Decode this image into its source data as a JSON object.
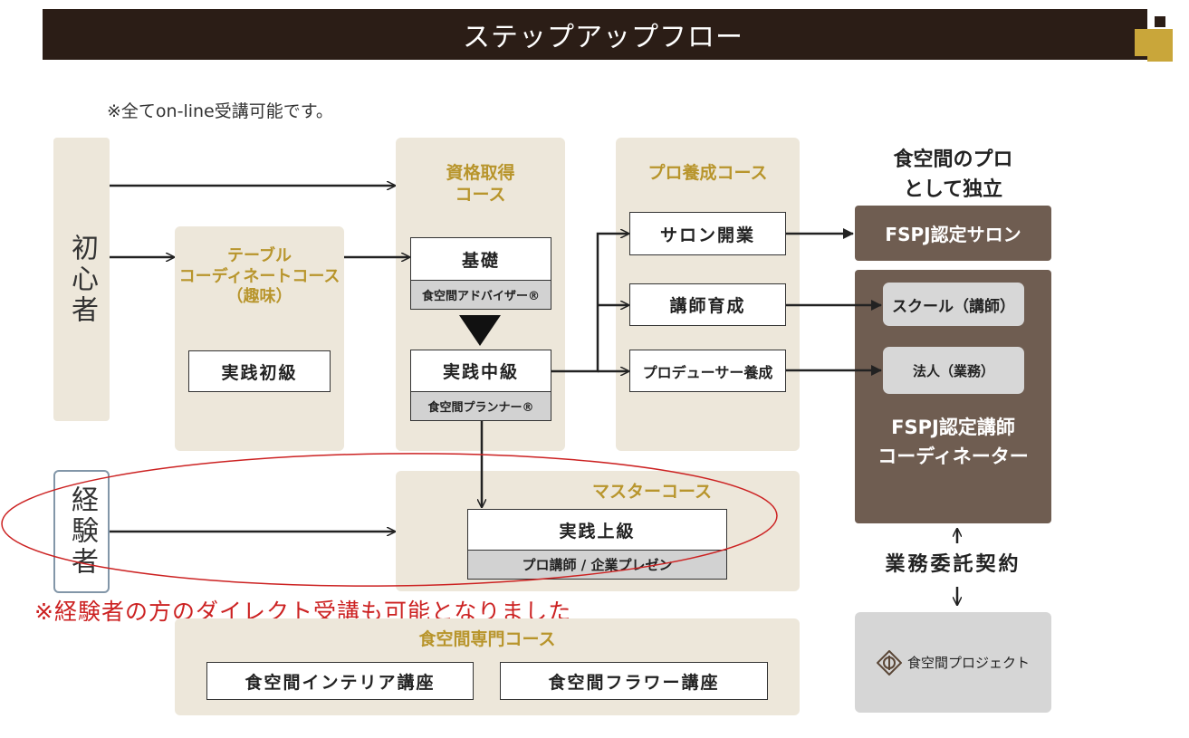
{
  "header": {
    "title": "ステップアップフロー"
  },
  "note": "※全てon-line受講可能です。",
  "left": {
    "beginner": "初心者",
    "experienced": "経験者"
  },
  "table_course": {
    "title_line1": "テーブル",
    "title_line2": "コーディネートコース",
    "title_line3": "（趣味）",
    "item": "実践初級"
  },
  "qualification_course": {
    "title_line1": "資格取得",
    "title_line2": "コース",
    "basic": "基礎",
    "basic_sub": "食空間アドバイザー®",
    "intermediate": "実践中級",
    "intermediate_sub": "食空間プランナー®"
  },
  "pro_course": {
    "title": "プロ養成コース",
    "items": [
      "サロン開業",
      "講師育成",
      "プロデューサー養成"
    ]
  },
  "master_course": {
    "title": "マスターコース",
    "item": "実践上級",
    "item_sub": "プロ講師 / 企業プレゼン"
  },
  "experienced_note": "※経験者の方のダイレクト受講も可能となりました",
  "specialty_course": {
    "title": "食空間専門コース",
    "items": [
      "食空間インテリア講座",
      "食空間フラワー講座"
    ]
  },
  "independence": {
    "heading_line1": "食空間のプロ",
    "heading_line2": "として独立",
    "salon": "FSPJ認定サロン",
    "school": "スクール（講師）",
    "corporate": "法人（業務）",
    "lecturer_line1": "FSPJ認定講師",
    "lecturer_line2": "コーディネーター",
    "contract": "業務委託契約",
    "project": "食空間プロジェクト"
  },
  "colors": {
    "header_bg": "#2b1d16",
    "panel_bg": "#ede7da",
    "accent_gold": "#b8952c",
    "brown": "#6f5d51",
    "highlight_red": "#cc2222"
  }
}
